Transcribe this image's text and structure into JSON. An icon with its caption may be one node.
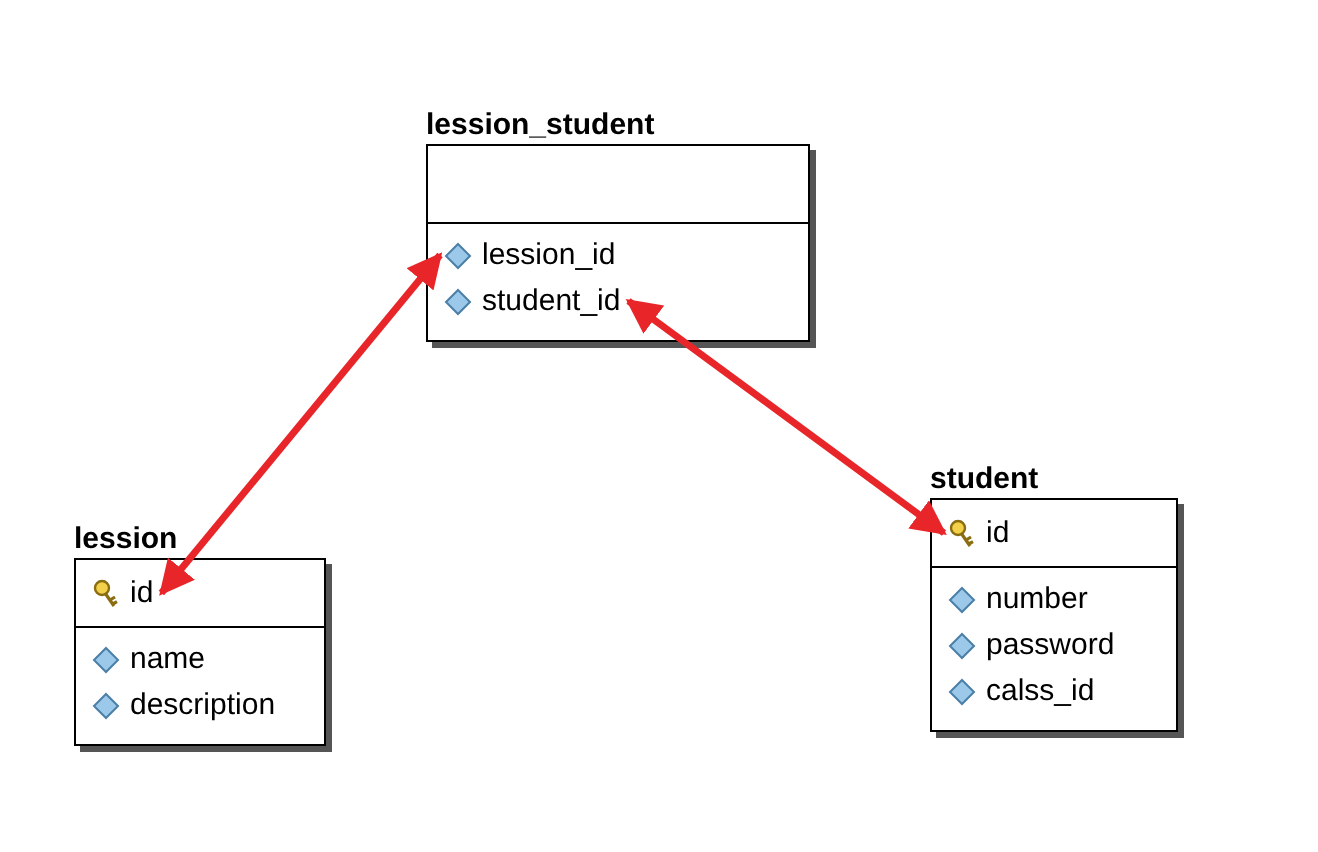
{
  "diagram": {
    "nodes": [
      {
        "text": [
          "lession_student"
        ]
      },
      {
        "text": [
          "lession_id"
        ],
        "in": 0
      },
      {
        "text": [
          "student_id"
        ],
        "in": 0
      },
      {
        "text": [
          "lession"
        ]
      },
      {
        "text": [
          "id"
        ],
        "in": 3
      },
      {
        "text": [
          "name"
        ],
        "in": 3
      },
      {
        "text": [
          "description"
        ],
        "in": 3
      },
      {
        "text": [
          "student"
        ]
      },
      {
        "text": [
          "id"
        ],
        "in": 7
      },
      {
        "text": [
          "number"
        ],
        "in": 7
      },
      {
        "text": [
          "password"
        ],
        "in": 7
      },
      {
        "text": [
          "calss_id"
        ],
        "in": 7
      }
    ],
    "edges": [
      {
        "from": 1,
        "to": 4,
        "arrow": "both"
      },
      {
        "from": 2,
        "to": 8,
        "arrow": "both"
      }
    ]
  }
}
